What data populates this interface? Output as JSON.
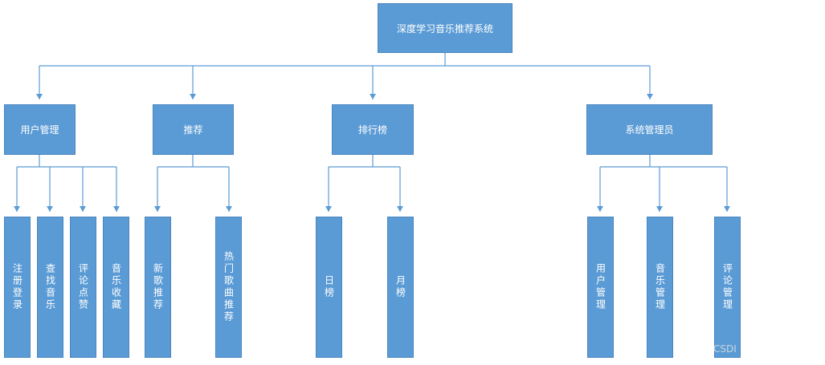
{
  "diagram": {
    "root": {
      "label": "深度学习音乐推荐系统"
    },
    "groups": [
      {
        "label": "用户管理",
        "children": [
          "注册登录",
          "查找音乐",
          "评论点赞",
          "音乐收藏"
        ]
      },
      {
        "label": "推荐",
        "children": [
          "新歌推荐",
          "热门歌曲推荐"
        ]
      },
      {
        "label": "排行榜",
        "children": [
          "日榜",
          "月榜"
        ]
      },
      {
        "label": "系统管理员",
        "children": [
          "用户管理",
          "音乐管理",
          "评论管理"
        ]
      }
    ]
  },
  "watermark": "CSDI",
  "colors": {
    "node_fill": "#5b9bd5",
    "node_border": "#4a86bf",
    "connector": "#5b9bd5",
    "text": "#ffffff"
  }
}
